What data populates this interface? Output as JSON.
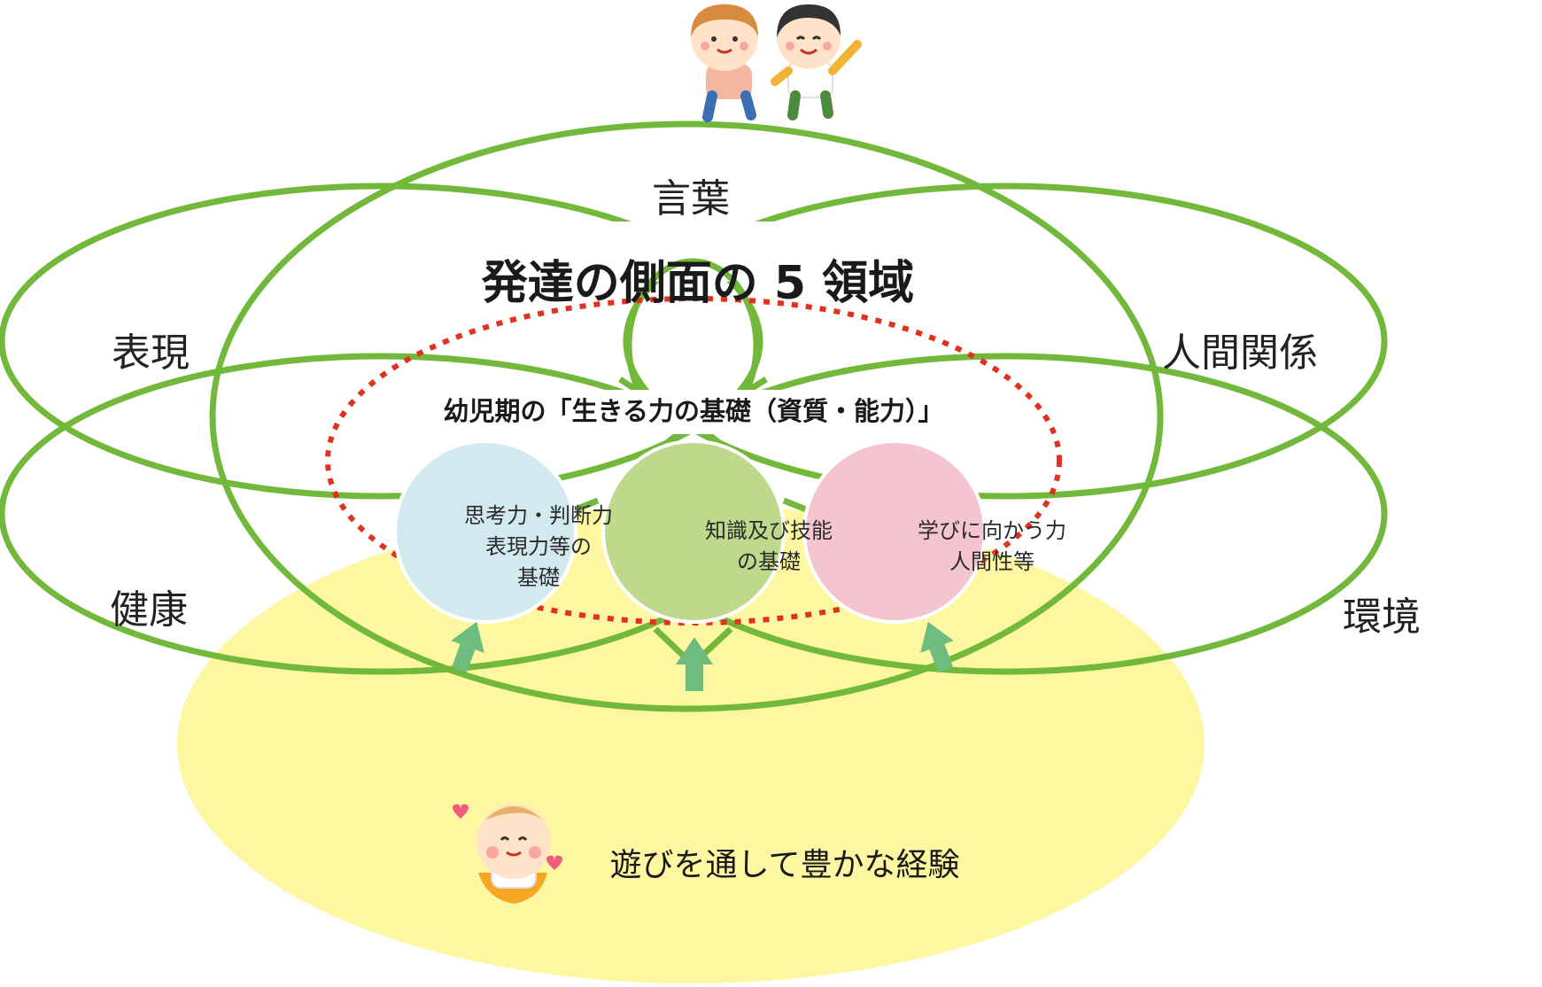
{
  "diagram": {
    "main_title": "発達の側面の 5 領域",
    "sub_title": "幼児期の「生きる力の基礎（資質・能力）」",
    "domains": {
      "language": "言葉",
      "expression": "表現",
      "relationships": "人間関係",
      "health": "健康",
      "environment": "環境"
    },
    "qualities": [
      {
        "lines": [
          "思考力・判断力",
          "表現力等の",
          "基礎"
        ],
        "color": "#d3e9f0"
      },
      {
        "lines": [
          "知識及び技能",
          "の基礎"
        ],
        "color": "#bfd98c"
      },
      {
        "lines": [
          "学びに向かう力",
          "人間性等"
        ],
        "color": "#f5c4d1"
      }
    ],
    "bottom_text": "遊びを通して豊かな経験",
    "colors": {
      "ellipse_stroke": "#72b83a",
      "dotted_stroke": "#e0321e",
      "play_area": "#fdf7a2",
      "arrow": "#6ebd7e"
    }
  }
}
